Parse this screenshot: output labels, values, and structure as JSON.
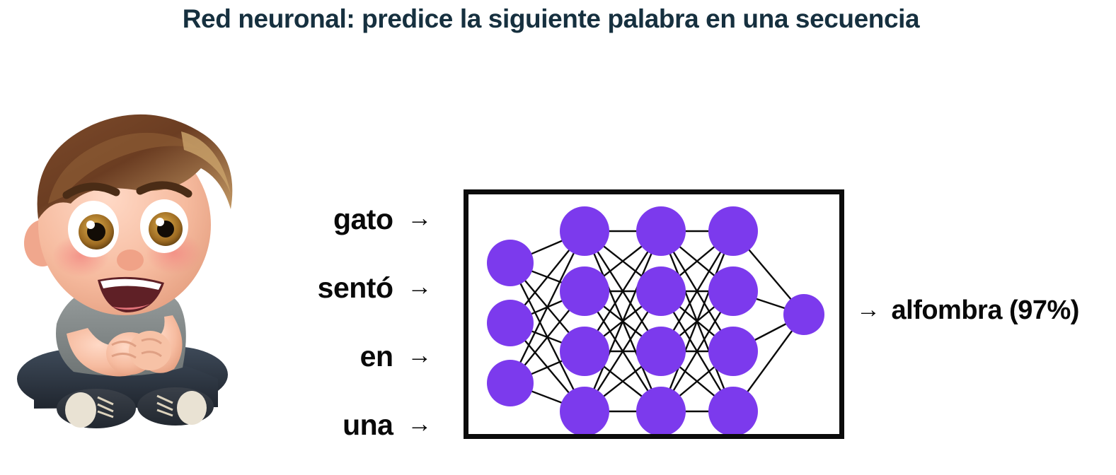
{
  "slide": {
    "title": "Red neuronal: predice la siguiente palabra en una secuencia",
    "background_color": "#ffffff",
    "title_color": "#16303f"
  },
  "illustration": {
    "name": "cartoon-boy-sitting",
    "description": "Nino de dibujos animados 3D sentado con las piernas cruzadas, sonriendo, con las manos juntas"
  },
  "input_sequence": {
    "arrow_glyph": "→",
    "words": [
      {
        "text": "gato",
        "arrow": "→"
      },
      {
        "text": "sentó",
        "arrow": "→"
      },
      {
        "text": "en",
        "arrow": "→"
      },
      {
        "text": "una",
        "arrow": "→"
      }
    ]
  },
  "network": {
    "border_color": "#0b0b0b",
    "node_color": "#7c3aed",
    "edge_color": "#0b0b0b",
    "layers": [
      {
        "name": "input-layer",
        "node_count": 3
      },
      {
        "name": "hidden-layer-1",
        "node_count": 4
      },
      {
        "name": "hidden-layer-2",
        "node_count": 4
      },
      {
        "name": "hidden-layer-3",
        "node_count": 4
      },
      {
        "name": "output-layer",
        "node_count": 1
      }
    ]
  },
  "output": {
    "arrow": "→",
    "label": "alfombra (97%)",
    "word": "alfombra",
    "confidence": "97%"
  }
}
